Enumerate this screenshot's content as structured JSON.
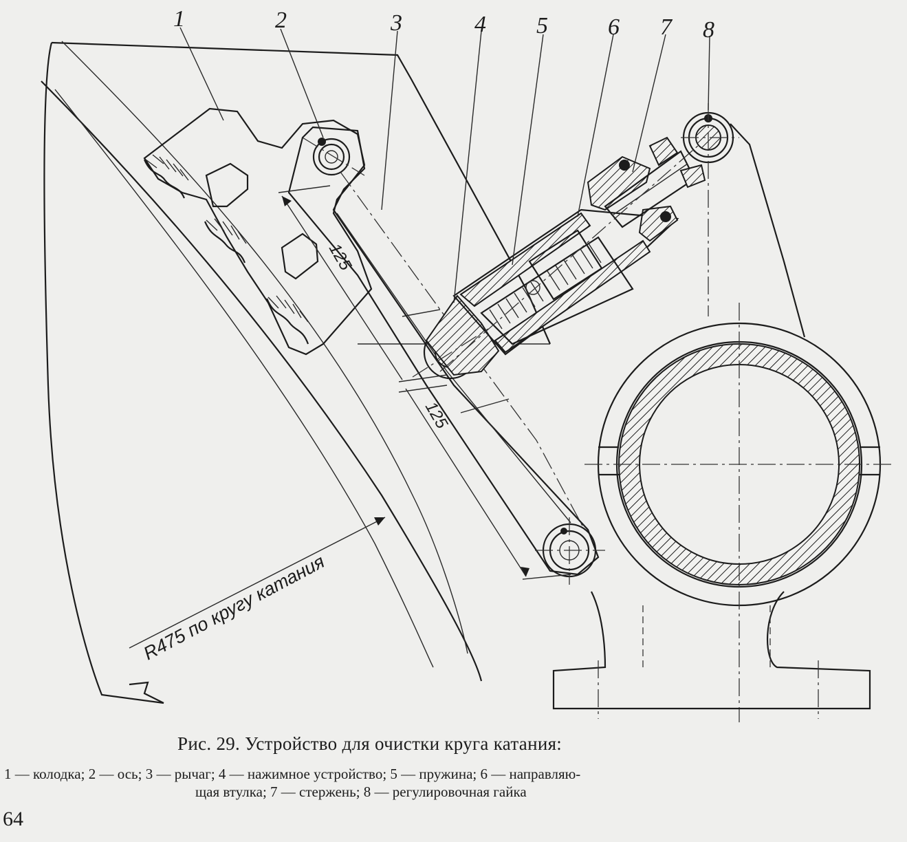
{
  "callouts": {
    "c1": "1",
    "c2": "2",
    "c3": "3",
    "c4": "4",
    "c5": "5",
    "c6": "6",
    "c7": "7",
    "c8": "8"
  },
  "dimensions": {
    "d1": "125",
    "d2": "125",
    "radius": "R475 по кругу катания"
  },
  "caption": {
    "title": "Рис. 29. Устройство для очистки круга катания:",
    "legend_line1": "1 — колодка; 2 — ось; 3 — рычаг; 4 — нажимное устройство; 5 — пружина; 6 — направляю-",
    "legend_line2": "щая втулка; 7 — стержень; 8 — регулировочная гайка"
  },
  "page_number": "64"
}
